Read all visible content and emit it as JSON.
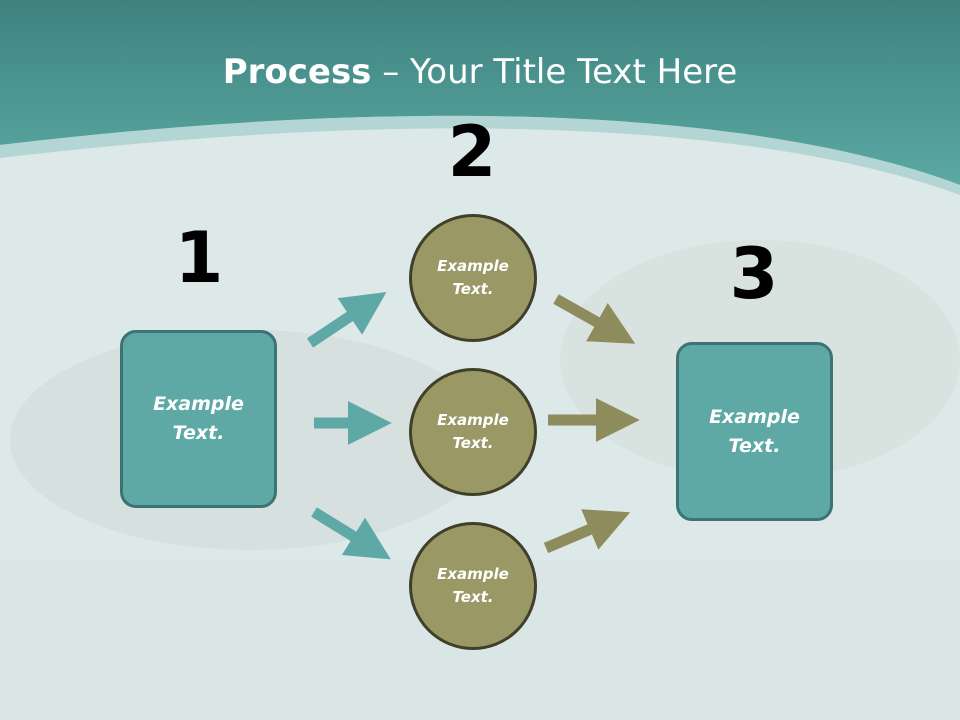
{
  "title": {
    "bold": "Process",
    "rest": " – Your Title Text Here"
  },
  "steps": [
    {
      "number": "1",
      "text": "Example Text."
    },
    {
      "number": "2",
      "texts": [
        "Example Text.",
        "Example Text.",
        "Example Text."
      ]
    },
    {
      "number": "3",
      "text": "Example Text."
    }
  ],
  "colors": {
    "header": "#4a9c98",
    "box": "#5ea8a5",
    "circle": "#9a9965",
    "teal_arrow": "#5ea8a5",
    "olive_arrow": "#8e8c5c"
  }
}
